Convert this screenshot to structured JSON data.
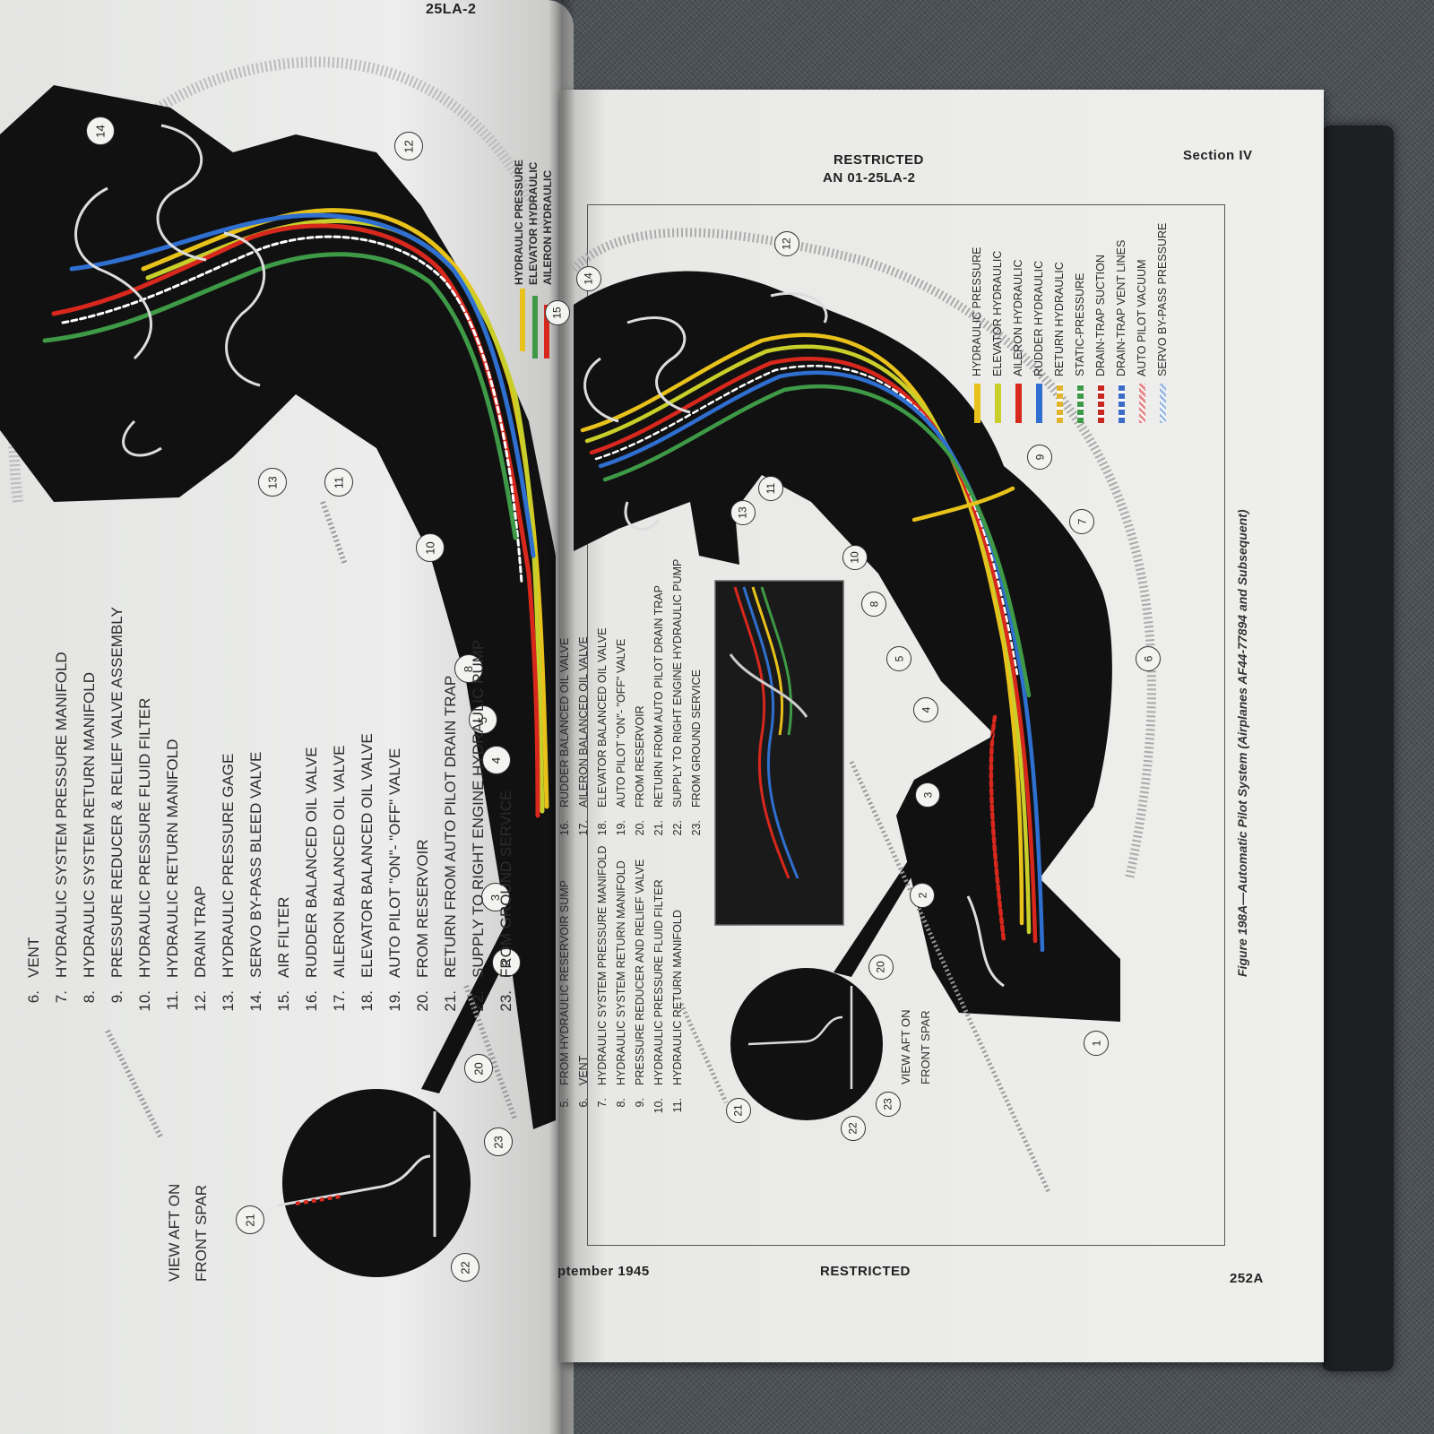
{
  "header": {
    "restricted": "RESTRICTED",
    "doc_number": "AN 01-25LA-2",
    "section": "Section IV",
    "left_fragment": "25LA-2"
  },
  "footer": {
    "date": "ptember 1945",
    "restricted": "RESTRICTED",
    "page_number": "252A"
  },
  "right_page": {
    "legend": [
      {
        "label": "HYDRAULIC PRESSURE",
        "color": "#e8c21a"
      },
      {
        "label": "ELEVATOR HYDRAULIC",
        "color": "#c9cf2a"
      },
      {
        "label": "AILERON HYDRAULIC",
        "color": "#d8281d"
      },
      {
        "label": "RUDDER HYDRAULIC",
        "color": "#2f6fd0"
      },
      {
        "label": "RETURN HYDRAULIC",
        "color": "#e0b52c"
      },
      {
        "label": "STATIC-PRESSURE",
        "color": "#3e9a46"
      },
      {
        "label": "DRAIN-TRAP SUCTION",
        "color": "#c8281d"
      },
      {
        "label": "DRAIN-TRAP VENT LINES",
        "color": "#3a6cc8"
      },
      {
        "label": "AUTO PILOT VACUUM",
        "color": "#e58b8b"
      },
      {
        "label": "SERVO BY-PASS PRESSURE",
        "color": "#9fbde0"
      }
    ],
    "inset_labels": {
      "view_aft_line1": "VIEW AFT ON",
      "view_aft_line2": "FRONT SPAR"
    },
    "figure_caption": "Figure 198A—Automatic Pilot System (Airplanes AF44-77894 and Subsequent)",
    "callouts": [
      "1",
      "2",
      "3",
      "4",
      "5",
      "6",
      "7",
      "8",
      "9",
      "10",
      "11",
      "12",
      "13",
      "14",
      "15",
      "20",
      "21",
      "22",
      "23"
    ],
    "key_list": [
      {
        "num": "5.",
        "text": "FROM HYDRAULIC RESERVOIR SUMP"
      },
      {
        "num": "6.",
        "text": "VENT"
      },
      {
        "num": "7.",
        "text": "HYDRAULIC SYSTEM PRESSURE MANIFOLD"
      },
      {
        "num": "8.",
        "text": "HYDRAULIC SYSTEM RETURN MANIFOLD"
      },
      {
        "num": "9.",
        "text": "PRESSURE REDUCER AND RELIEF VALVE"
      },
      {
        "num": "10.",
        "text": "HYDRAULIC PRESSURE FLUID FILTER"
      },
      {
        "num": "11.",
        "text": "HYDRAULIC RETURN MANIFOLD"
      }
    ],
    "key_list_2": [
      {
        "num": "16.",
        "text": "RUDDER BALANCED OIL VALVE"
      },
      {
        "num": "17.",
        "text": "AILERON BALANCED OIL VALVE"
      },
      {
        "num": "18.",
        "text": "ELEVATOR BALANCED OIL VALVE"
      },
      {
        "num": "19.",
        "text": "AUTO PILOT \"ON\"- \"OFF\" VALVE"
      },
      {
        "num": "20.",
        "text": "FROM RESERVOIR"
      },
      {
        "num": "21.",
        "text": "RETURN FROM AUTO PILOT DRAIN TRAP"
      },
      {
        "num": "22.",
        "text": "SUPPLY TO RIGHT ENGINE HYDRAULIC PUMP"
      },
      {
        "num": "23.",
        "text": "FROM GROUND SERVICE"
      }
    ]
  },
  "left_page": {
    "key_list": [
      {
        "num": "6.",
        "text": "VENT"
      },
      {
        "num": "7.",
        "text": "HYDRAULIC SYSTEM PRESSURE MANIFOLD"
      },
      {
        "num": "8.",
        "text": "HYDRAULIC SYSTEM RETURN MANIFOLD"
      },
      {
        "num": "9.",
        "text": "PRESSURE REDUCER & RELIEF VALVE ASSEMBLY"
      },
      {
        "num": "10.",
        "text": "HYDRAULIC PRESSURE FLUID FILTER"
      },
      {
        "num": "11.",
        "text": "HYDRAULIC RETURN MANIFOLD"
      },
      {
        "num": "12.",
        "text": "DRAIN TRAP"
      },
      {
        "num": "13.",
        "text": "HYDRAULIC PRESSURE GAGE"
      },
      {
        "num": "14.",
        "text": "SERVO BY-PASS BLEED VALVE"
      },
      {
        "num": "15.",
        "text": "AIR FILTER"
      },
      {
        "num": "16.",
        "text": "RUDDER BALANCED OIL VALVE"
      },
      {
        "num": "17.",
        "text": "AILERON BALANCED OIL VALVE"
      },
      {
        "num": "18.",
        "text": "ELEVATOR BALANCED OIL VALVE"
      },
      {
        "num": "19.",
        "text": "AUTO PILOT \"ON\"- \"OFF\" VALVE"
      },
      {
        "num": "20.",
        "text": "FROM RESERVOIR"
      },
      {
        "num": "21.",
        "text": "RETURN FROM AUTO PILOT DRAIN TRAP"
      },
      {
        "num": "22.",
        "text": "SUPPLY TO RIGHT ENGINE HYDRAULIC PUMP"
      },
      {
        "num": "23.",
        "text": "FROM GROUND SERVICE"
      }
    ],
    "legend_partial": [
      {
        "label": "HYDRAULIC PRESSURE",
        "color": "#e8c21a"
      },
      {
        "label": "ELEVATOR HYDRAULIC",
        "color": "#c9cf2a"
      },
      {
        "label": "AILERON HYDRAULIC",
        "color": "#d8281d"
      }
    ],
    "inset_labels": {
      "view_aft_line1": "VIEW AFT ON",
      "view_aft_line2": "FRONT SPAR"
    },
    "callouts": [
      "2",
      "3",
      "4",
      "5",
      "8",
      "10",
      "11",
      "12",
      "13",
      "14",
      "20",
      "21",
      "22",
      "23"
    ]
  }
}
